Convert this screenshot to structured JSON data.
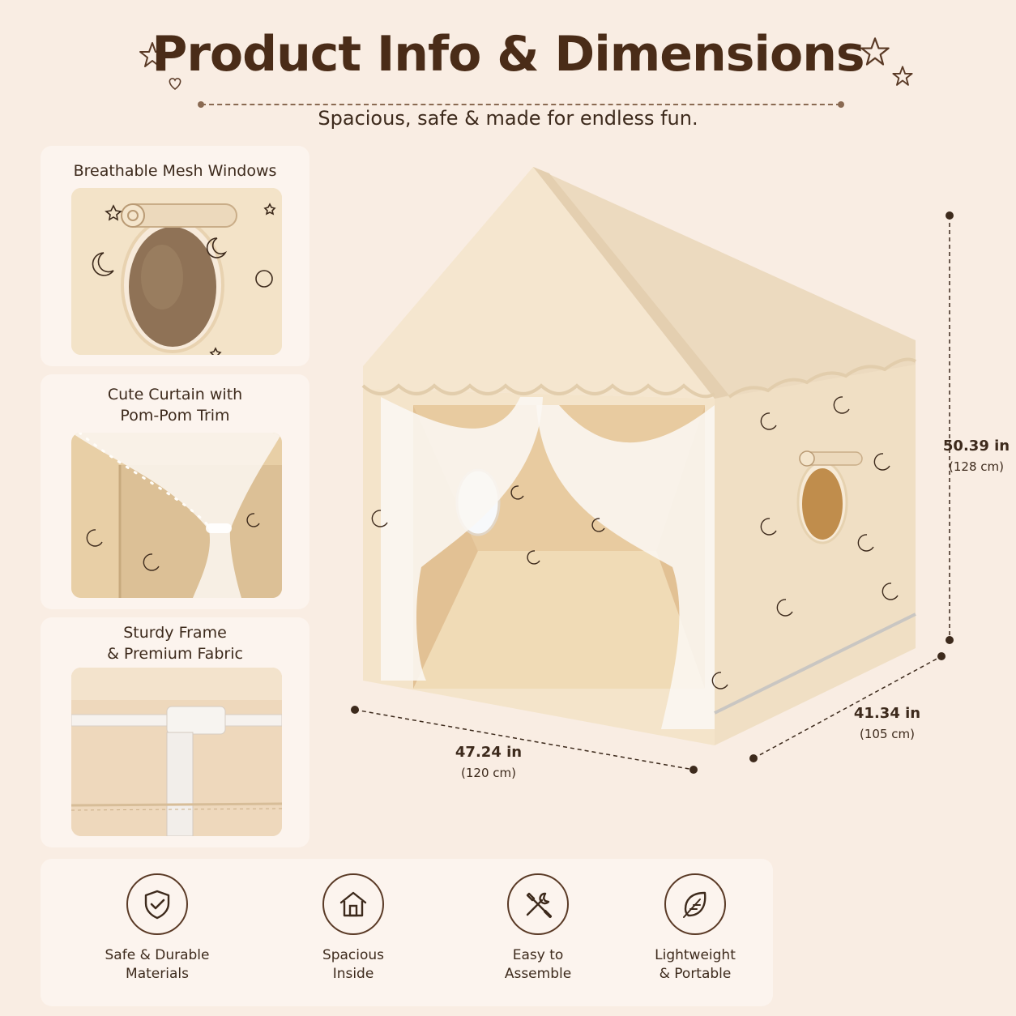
{
  "header": {
    "title": "Product Info & Dimensions",
    "subtitle": "Spacious, safe & made for endless fun."
  },
  "cards": [
    {
      "title": "Breathable Mesh Windows",
      "icon": "mesh-window-photo"
    },
    {
      "title": "Cute Curtain with Pom-Pom Trim",
      "line1": "Cute Curtain with",
      "line2": "Pom-Pom Trim",
      "icon": "curtain-photo"
    },
    {
      "title": "Sturdy Frame & Premium Fabric",
      "line1": "Sturdy Frame",
      "line2": "& Premium Fabric",
      "icon": "frame-photo"
    }
  ],
  "dimensions": {
    "height": {
      "main": "50.39 in",
      "sub": "(128 cm)"
    },
    "depth": {
      "main": "41.34 in",
      "sub": "(105 cm)"
    },
    "width": {
      "main": "47.24 in",
      "sub": "(120 cm)"
    }
  },
  "features": [
    {
      "line1": "Safe & Durable",
      "line2": "Materials",
      "icon": "shield-check-icon"
    },
    {
      "line1": "Spacious",
      "line2": "Inside",
      "icon": "house-icon"
    },
    {
      "line1": "Easy to",
      "line2": "Assemble",
      "icon": "tools-icon"
    },
    {
      "line1": "Lightweight",
      "line2": "& Portable",
      "icon": "leaf-icon"
    }
  ],
  "colors": {
    "background": "#f9ede3",
    "text": "#3d2a1c",
    "tent_fabric": "#f3e1c6",
    "accent": "#5a3a26"
  }
}
